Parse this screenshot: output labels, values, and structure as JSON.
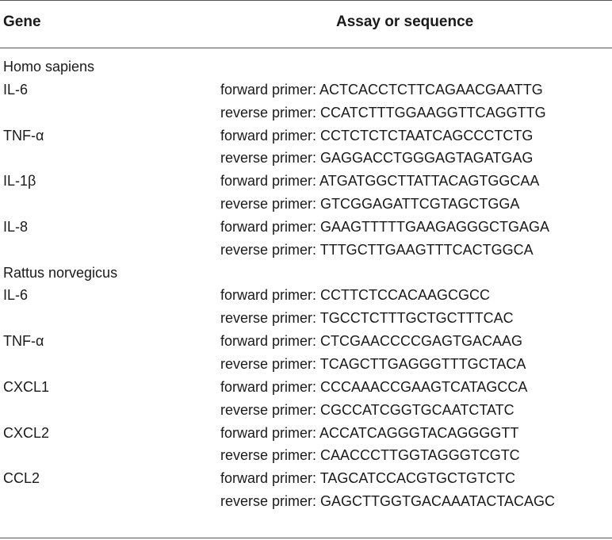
{
  "header": {
    "gene": "Gene",
    "assay": "Assay or sequence"
  },
  "rows": [
    {
      "gene": "Homo sapiens",
      "seq": ""
    },
    {
      "gene": "IL-6",
      "seq": "forward primer: ACTCACCTCTTCAGAACGAATTG"
    },
    {
      "gene": "",
      "seq": "reverse primer: CCATCTTTGGAAGGTTCAGGTTG"
    },
    {
      "gene": "TNF-α",
      "seq": "forward primer: CCTCTCTCTAATCAGCCCTCTG"
    },
    {
      "gene": "",
      "seq": "reverse primer: GAGGACCTGGGAGTAGATGAG"
    },
    {
      "gene": "IL-1β",
      "seq": "forward primer: ATGATGGCTTATTACAGTGGCAA"
    },
    {
      "gene": "",
      "seq": "reverse primer: GTCGGAGATTCGTAGCTGGA"
    },
    {
      "gene": "IL-8",
      "seq": "forward primer: GAAGTTTTTGAAGAGGGCTGAGA"
    },
    {
      "gene": "",
      "seq": "reverse primer: TTTGCTTGAAGTTTCACTGGCA"
    },
    {
      "gene": "Rattus norvegicus",
      "seq": ""
    },
    {
      "gene": "IL-6",
      "seq": "forward primer: CCTTCTCCACAAGCGCC"
    },
    {
      "gene": "",
      "seq": "reverse primer: TGCCTCTTTGCTGCTTTCAC"
    },
    {
      "gene": "TNF-α",
      "seq": "forward primer: CTCGAACCCCGAGTGACAAG"
    },
    {
      "gene": "",
      "seq": "reverse primer: TCAGCTTGAGGGTTTGCTACA"
    },
    {
      "gene": "CXCL1",
      "seq": "forward primer: CCCAAACCGAAGTCATAGCCA"
    },
    {
      "gene": "",
      "seq": "reverse primer: CGCCATCGGTGCAATCTATC"
    },
    {
      "gene": "CXCL2",
      "seq": "forward primer: ACCATCAGGGTACAGGGGTT"
    },
    {
      "gene": "",
      "seq": "reverse primer: CAACCCTTGGTAGGGTCGTC"
    },
    {
      "gene": "CCL2",
      "seq": "forward primer: TAGCATCCACGTGCTGTCTC"
    },
    {
      "gene": "",
      "seq": "reverse primer: GAGCTTGGTGACAAATACTACAGC"
    }
  ]
}
